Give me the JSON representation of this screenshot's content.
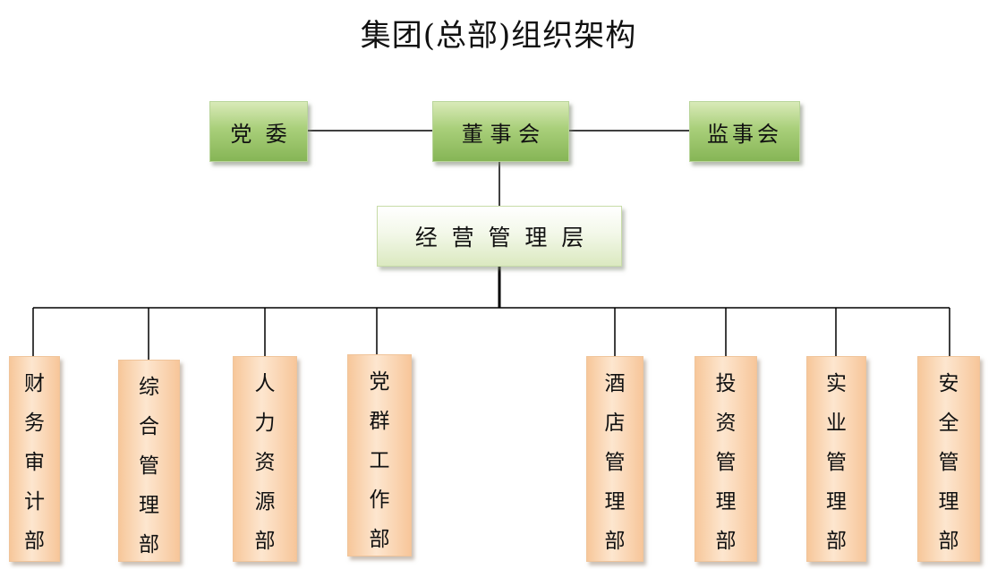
{
  "title": "集团(总部)组织架构",
  "nodes": {
    "dangwei": "党  委",
    "dongshihui": "董 事 会",
    "jianshihui": "监事会",
    "jingying": "经  营  管  理  层"
  },
  "departments": [
    "财务审计部",
    "综合管理部",
    "人力资源部",
    "党群工作部",
    "酒店管理部",
    "投资管理部",
    "实业管理部",
    "安全管理部"
  ],
  "colors": {
    "top_nodes": "#a9cf7a",
    "management": "#f3f8e9",
    "departments": "#fbd5b0",
    "lines": "#000000"
  }
}
